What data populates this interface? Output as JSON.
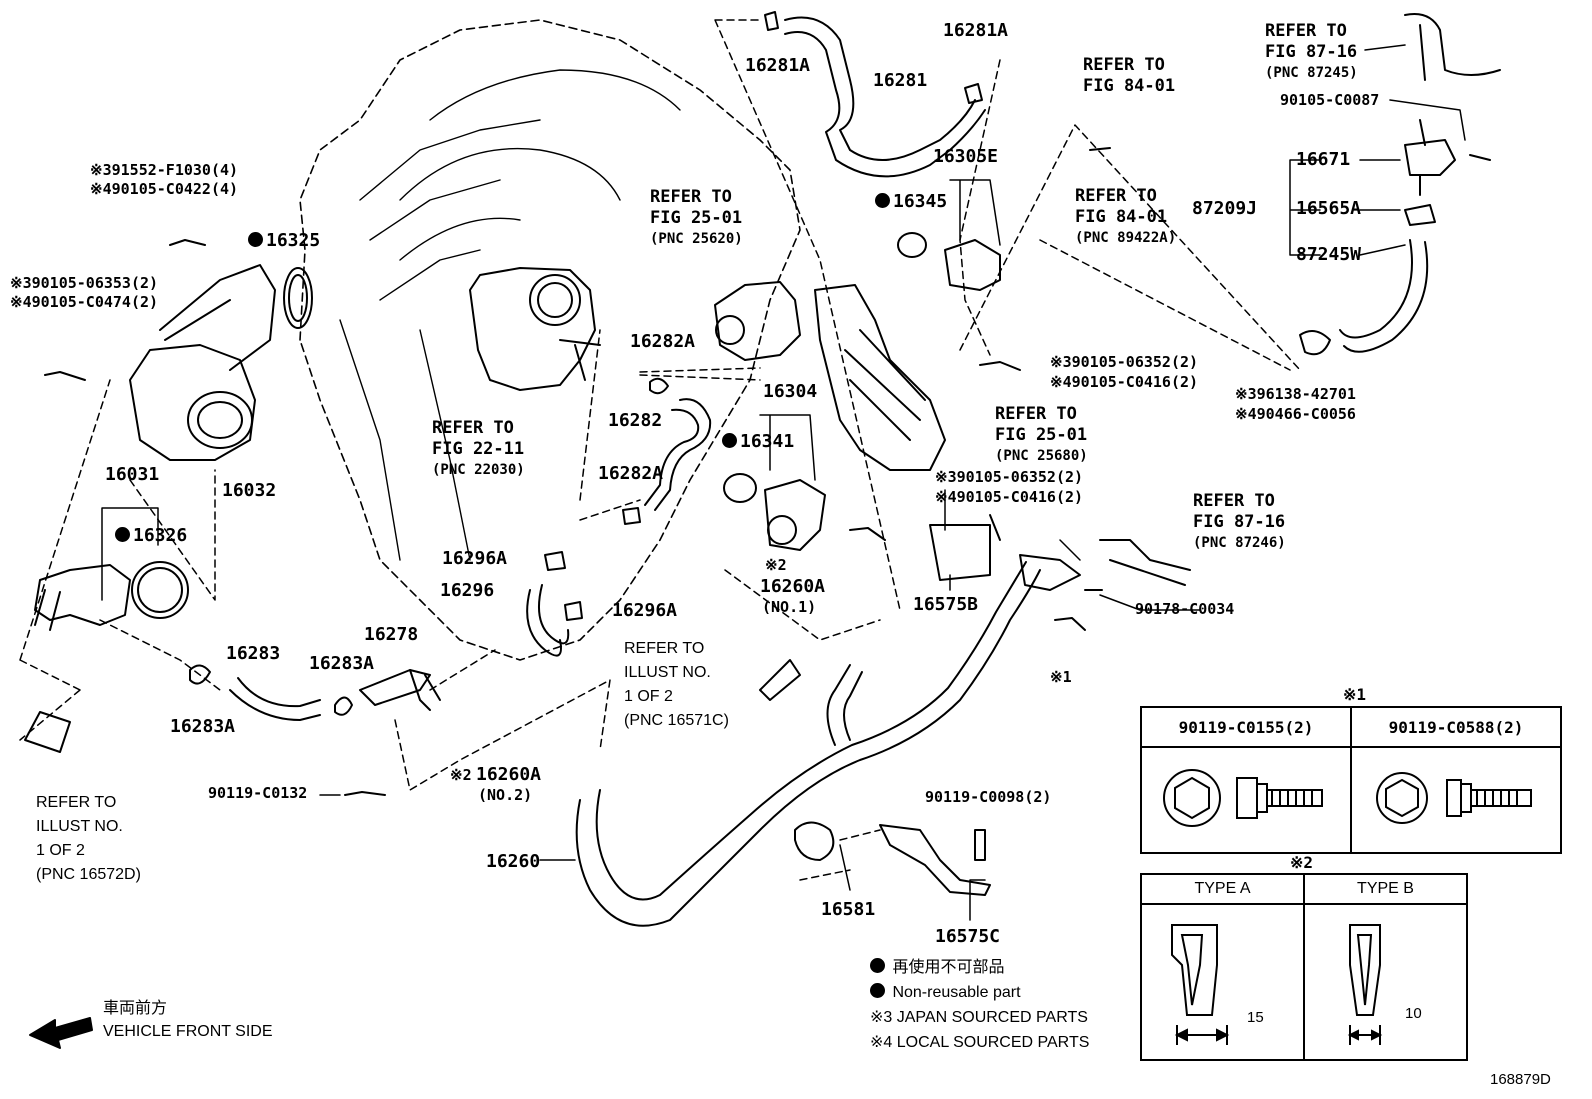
{
  "diagram_id": "168879D",
  "labels": {
    "p16281A_top": "16281A",
    "p16281A_right": "16281A",
    "p16281": "16281",
    "p16305E": "16305E",
    "p16345": "16345",
    "p16325": "16325",
    "p16282A_top": "16282A",
    "p16282": "16282",
    "p16282A_bottom": "16282A",
    "p16304": "16304",
    "p16341": "16341",
    "p16031": "16031",
    "p16032": "16032",
    "p16326": "16326",
    "p16296A_top": "16296A",
    "p16296": "16296",
    "p16296A_right": "16296A",
    "p16260A_1": "16260A",
    "p16260A_1_sub": "(NO.1)",
    "p16260A_1_mark": "※2",
    "p16260A_2": "16260A",
    "p16260A_2_sub": "(NO.2)",
    "p16260A_2_mark": "※2",
    "p16575B": "16575B",
    "p90178": "90178-C0034",
    "p_ast1": "※1",
    "p16283": "16283",
    "p16283A_mid": "16283A",
    "p16283A_bot": "16283A",
    "p16278": "16278",
    "p90119_C0132": "90119-C0132",
    "p16260": "16260",
    "p90119_C0098": "90119-C0098(2)",
    "p16581": "16581",
    "p16575C": "16575C",
    "p16671": "16671",
    "p87209J": "87209J",
    "p16565A": "16565A",
    "p87245W": "87245W",
    "p90105_C0087": "90105-C0087",
    "bolts_top_left_1": "※391552-F1030(4)",
    "bolts_top_left_2": "※490105-C0422(4)",
    "bolts_left_1": "※390105-06353(2)",
    "bolts_left_2": "※490105-C0474(2)",
    "bolts_right_1": "※390105-06352(2)",
    "bolts_right_2": "※490105-C0416(2)",
    "bolts_mid_1": "※390105-06352(2)",
    "bolts_mid_2": "※490105-C0416(2)",
    "clamp_1": "※396138-42701",
    "clamp_2": "※490466-C0056"
  },
  "refs": {
    "r_84_01a": {
      "l1": "REFER TO",
      "l2": "FIG 84-01"
    },
    "r_84_01b": {
      "l1": "REFER TO",
      "l2": "FIG 84-01",
      "pnc": "(PNC 89422A)"
    },
    "r_87_16a": {
      "l1": "REFER TO",
      "l2": "FIG 87-16",
      "pnc": "(PNC 87245)"
    },
    "r_25_01a": {
      "l1": "REFER TO",
      "l2": "FIG 25-01",
      "pnc": "(PNC 25620)"
    },
    "r_25_01b": {
      "l1": "REFER TO",
      "l2": "FIG 25-01",
      "pnc": "(PNC 25680)"
    },
    "r_22_11": {
      "l1": "REFER TO",
      "l2": "FIG 22-11",
      "pnc": "(PNC 22030)"
    },
    "r_87_16b": {
      "l1": "REFER TO",
      "l2": "FIG 87-16",
      "pnc": "(PNC 87246)"
    }
  },
  "plain_refs": {
    "illust_c": {
      "l1": "REFER TO",
      "l2": "ILLUST NO.",
      "l3": "1 OF 2",
      "l4": "(PNC 16571C)"
    },
    "illust_d": {
      "l1": "REFER TO",
      "l2": "ILLUST NO.",
      "l3": "1 OF 2",
      "l4": "(PNC 16572D)"
    }
  },
  "legend": {
    "jp_nonreusable": "再使用不可部品",
    "nonreusable": "Non-reusable part",
    "japan": "※3 JAPAN SOURCED PARTS",
    "local": "※4 LOCAL SOURCED PARTS"
  },
  "front": {
    "jp": "車両前方",
    "en": "VEHICLE FRONT SIDE"
  },
  "table1": {
    "caption": "※1",
    "col1": "90119-C0155(2)",
    "col2": "90119-C0588(2)"
  },
  "table2": {
    "caption": "※2",
    "col1": "TYPE A",
    "col2": "TYPE B",
    "dim1": "15",
    "dim2": "10"
  }
}
